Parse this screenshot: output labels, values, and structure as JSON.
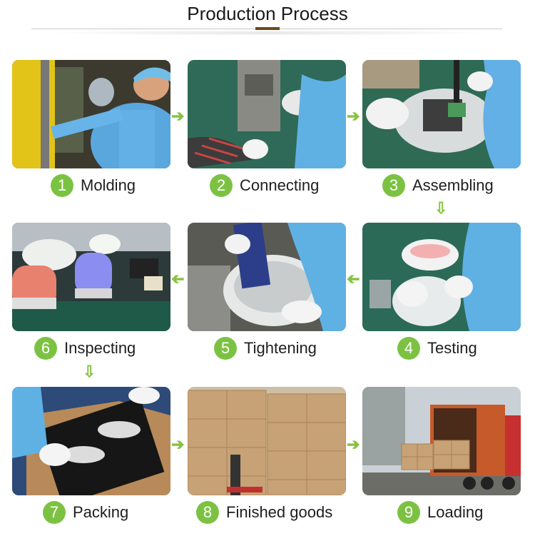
{
  "header": {
    "title": "Production Process"
  },
  "steps": [
    {
      "num": "1",
      "label": "Molding"
    },
    {
      "num": "2",
      "label": "Connecting"
    },
    {
      "num": "3",
      "label": "Assembling"
    },
    {
      "num": "4",
      "label": "Testing"
    },
    {
      "num": "5",
      "label": "Tightening"
    },
    {
      "num": "6",
      "label": "Inspecting"
    },
    {
      "num": "7",
      "label": "Packing"
    },
    {
      "num": "8",
      "label": "Finished goods"
    },
    {
      "num": "9",
      "label": "Loading"
    }
  ],
  "arrows": {
    "right": "➔",
    "left": "➔",
    "down": "⇩"
  },
  "colors": {
    "accent": "#7cc242",
    "title_rule_accent": "#6a4a1a"
  }
}
